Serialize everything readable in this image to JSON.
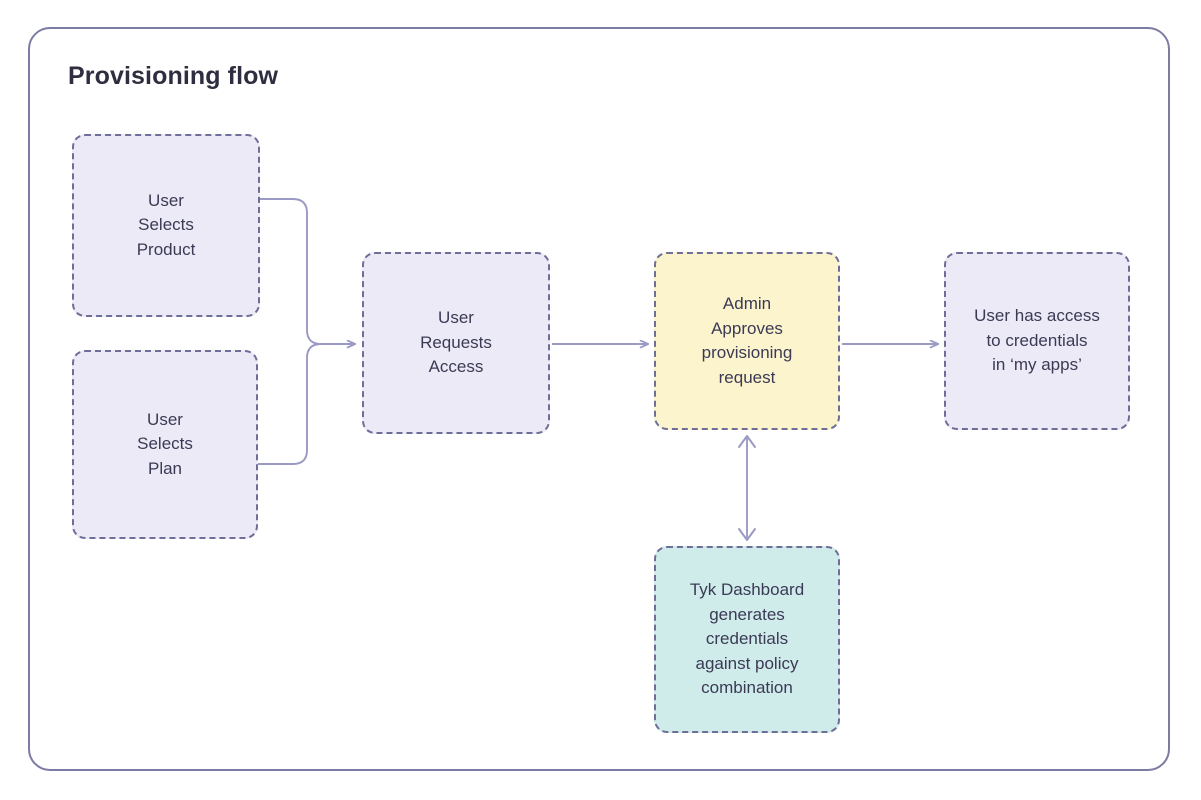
{
  "diagram": {
    "title": "Provisioning flow",
    "type": "flowchart",
    "colors": {
      "frame_border": "#7c7ba3",
      "node_border": "#6f6e99",
      "node_text": "#3b3a55",
      "title_text": "#2f2e41",
      "connector": "#9a9ac4",
      "fill_lavender": "#ebeaf6",
      "fill_yellow": "#fcf4cd",
      "fill_teal": "#cfeceb",
      "background": "#ffffff"
    },
    "nodes": [
      {
        "id": "user-selects-product",
        "label": "User\nSelects\nProduct",
        "fill": "lavender"
      },
      {
        "id": "user-selects-plan",
        "label": "User\nSelects\nPlan",
        "fill": "lavender"
      },
      {
        "id": "user-requests-access",
        "label": "User\nRequests\nAccess",
        "fill": "lavender"
      },
      {
        "id": "admin-approves",
        "label": "Admin\nApproves\nprovisioning\nrequest",
        "fill": "yellow"
      },
      {
        "id": "user-has-access",
        "label": "User has access\nto credentials\nin ‘my apps’",
        "fill": "lavender"
      },
      {
        "id": "tyk-dashboard",
        "label": "Tyk Dashboard\ngenerates\ncredentials\nagainst policy\ncombination",
        "fill": "teal"
      }
    ],
    "edges": [
      {
        "id": "product-to-request",
        "from": "user-selects-product",
        "to": "user-requests-access",
        "arrow": "single",
        "style": "elbow"
      },
      {
        "id": "plan-to-request",
        "from": "user-selects-plan",
        "to": "user-requests-access",
        "arrow": "single",
        "style": "elbow"
      },
      {
        "id": "request-to-admin",
        "from": "user-requests-access",
        "to": "admin-approves",
        "arrow": "single",
        "style": "straight"
      },
      {
        "id": "admin-to-access",
        "from": "admin-approves",
        "to": "user-has-access",
        "arrow": "single",
        "style": "straight"
      },
      {
        "id": "admin-tyk-bidirectional",
        "from": "admin-approves",
        "to": "tyk-dashboard",
        "arrow": "double",
        "style": "straight"
      }
    ]
  }
}
